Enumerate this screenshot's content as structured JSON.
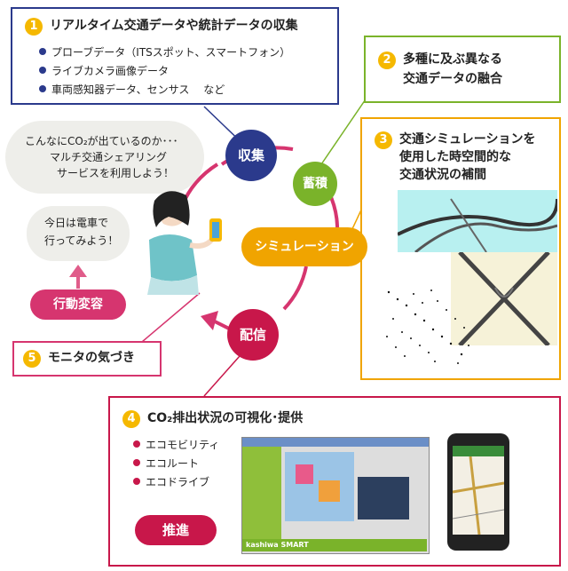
{
  "box1": {
    "num": "1",
    "title": "リアルタイム交通データや統計データの収集",
    "items": [
      "プローブデータ（ITSスポット、スマートフォン）",
      "ライブカメラ画像データ",
      "車両感知器データ、センサス　 など"
    ]
  },
  "box2": {
    "num": "2",
    "line1": "多種に及ぶ異なる",
    "line2": "交通データの融合"
  },
  "box3": {
    "num": "3",
    "line1": "交通シミュレーションを",
    "line2": "使用した時空間的な",
    "line3": "交通状況の補間"
  },
  "box4": {
    "num": "4",
    "title": "CO₂排出状況の可視化･提供",
    "items": [
      "エコモビリティ",
      "エコルート",
      "エコドライブ"
    ],
    "action": "推進",
    "logo": "kashiwa SMART"
  },
  "box5": {
    "num": "5",
    "label": "モニタの気づき"
  },
  "nodes": {
    "collect": "収集",
    "store": "蓄積",
    "simulate": "シミュレーション",
    "deliver": "配信"
  },
  "behavior": "行動変容",
  "thought1": {
    "line1": "こんなにCO₂が出ているのか･･･",
    "line2": "マルチ交通シェアリング",
    "line3": "サービスを利用しよう！"
  },
  "thought2": {
    "line1": "今日は電車で",
    "line2": "行ってみよう！"
  },
  "colors": {
    "navy": "#2b3a8c",
    "green": "#7ab32a",
    "orange": "#f0a400",
    "crimson": "#c8174a",
    "magenta": "#d6356f",
    "yellow": "#f5b800"
  }
}
